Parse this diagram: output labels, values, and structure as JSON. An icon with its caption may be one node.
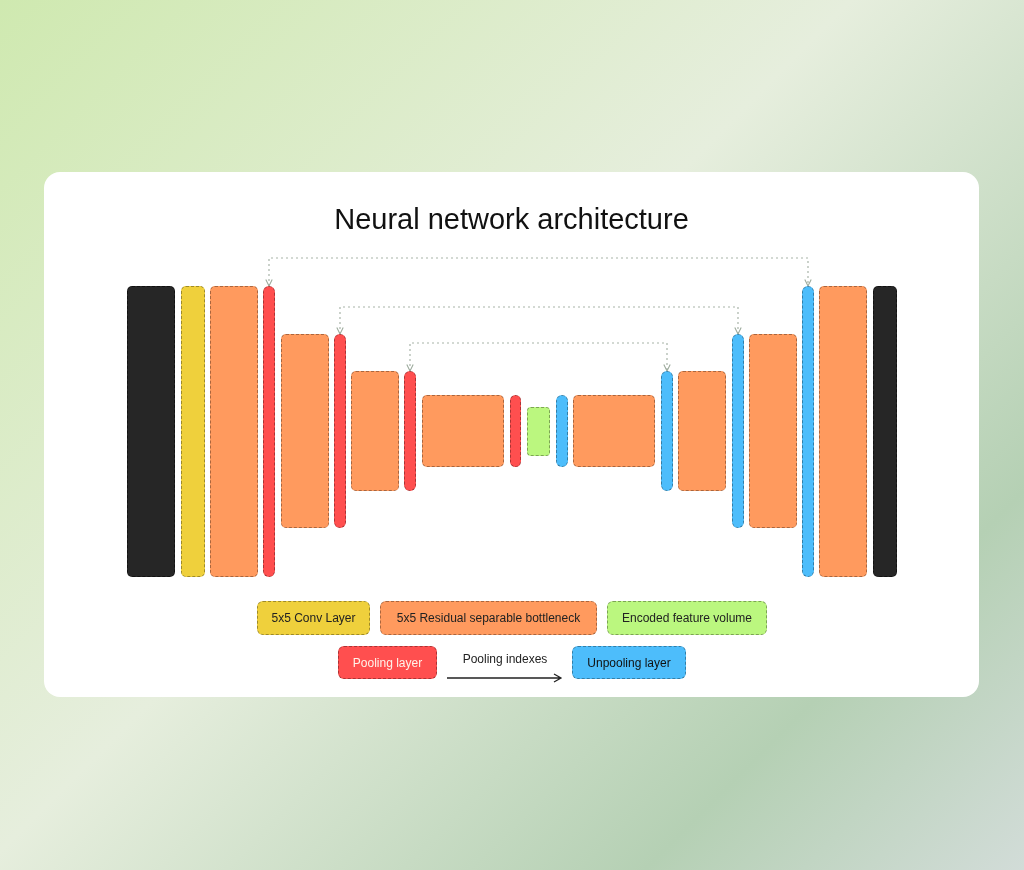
{
  "diagram": {
    "title": "Neural network architecture",
    "nodes": [
      {
        "text": [],
        "shape": "bar"
      },
      {
        "text": [],
        "shape": "bar"
      },
      {
        "text": [],
        "shape": "bar"
      },
      {
        "text": [],
        "shape": "bar"
      },
      {
        "text": [],
        "shape": "bar"
      },
      {
        "text": [],
        "shape": "bar"
      },
      {
        "text": [],
        "shape": "bar"
      },
      {
        "text": [],
        "shape": "bar"
      },
      {
        "text": [],
        "shape": "bar"
      },
      {
        "text": [],
        "shape": "bar"
      },
      {
        "text": [],
        "shape": "bar"
      },
      {
        "text": [],
        "shape": "bar"
      },
      {
        "text": [],
        "shape": "bar"
      },
      {
        "text": [],
        "shape": "bar"
      },
      {
        "text": [],
        "shape": "bar"
      },
      {
        "text": [],
        "shape": "bar"
      },
      {
        "text": [],
        "shape": "bar"
      },
      {
        "text": [],
        "shape": "bar"
      },
      {
        "text": [],
        "shape": "bar"
      },
      {
        "text": [],
        "shape": "bar"
      }
    ],
    "edges": [
      {
        "from": 3,
        "to": 17,
        "arrow": "both",
        "style": "dashed"
      },
      {
        "from": 5,
        "to": 15,
        "arrow": "both",
        "style": "dashed"
      },
      {
        "from": 7,
        "to": 13,
        "arrow": "both",
        "style": "dashed"
      }
    ],
    "legend": [
      {
        "text": "5x5 Conv Layer",
        "color": "#efd03c"
      },
      {
        "text": "5x5 Residual separable bottleneck",
        "color": "#ff9a5e"
      },
      {
        "text": "Encoded feature volume",
        "color": "#bbf77f"
      },
      {
        "text": "Pooling layer",
        "color": "#ff4f4f"
      },
      {
        "text": "Pooling indexes"
      },
      {
        "text": "Unpooling layer",
        "color": "#4dbdfb"
      }
    ]
  }
}
